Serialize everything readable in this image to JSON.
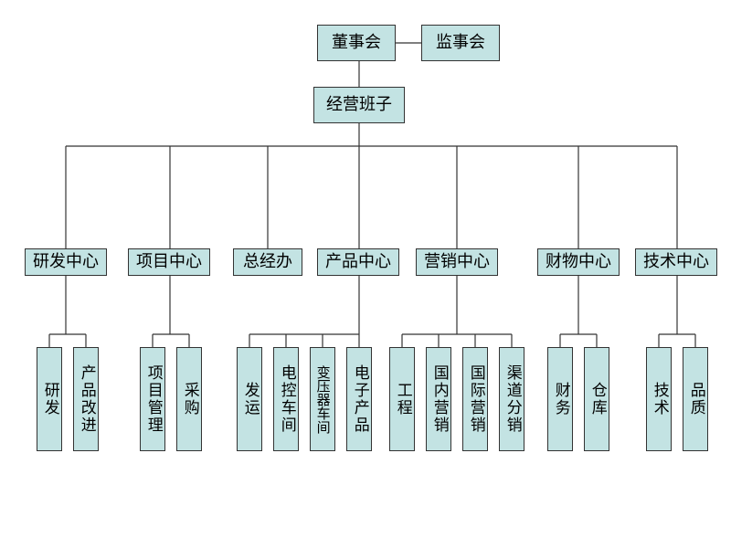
{
  "org": {
    "board": "董事会",
    "supervisors": "监事会",
    "management": "经营班子",
    "centers": [
      {
        "label": "研发中心",
        "units": [
          "研发",
          "产品改进"
        ]
      },
      {
        "label": "项目中心",
        "units": [
          "项目管理",
          "采购"
        ]
      },
      {
        "label": "总经办",
        "units": []
      },
      {
        "label": "产品中心",
        "units": [
          "发运",
          "电控车间",
          "变压器车间",
          "电子产品"
        ]
      },
      {
        "label": "营销中心",
        "units": [
          "工程",
          "国内营销",
          "国际营销",
          "渠道分销"
        ]
      },
      {
        "label": "财物中心",
        "units": [
          "财务",
          "仓库"
        ]
      },
      {
        "label": "技术中心",
        "units": [
          "技术",
          "品质"
        ]
      }
    ]
  },
  "colors": {
    "box_fill": "#c3e3e3",
    "box_border": "#333333",
    "line": "#333333"
  }
}
